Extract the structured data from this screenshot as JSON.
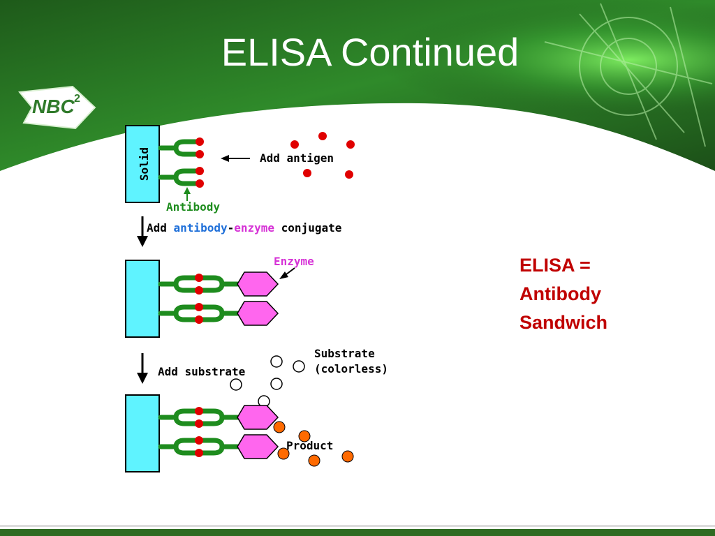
{
  "slide": {
    "title": "ELISA Continued",
    "logo_text": "NBC",
    "logo_superscript": "2"
  },
  "diagram": {
    "solid_label": "Solid",
    "add_antigen": "Add antigen",
    "antibody_label": "Antibody",
    "step2_prefix": "Add ",
    "step2_antibody": "antibody",
    "step2_dash": "-",
    "step2_enzyme": "enzyme",
    "step2_suffix": " conjugate",
    "enzyme_label": "Enzyme",
    "add_substrate": "Add substrate",
    "substrate_line1": "Substrate",
    "substrate_line2": "(colorless)",
    "product_label": "Product"
  },
  "note": {
    "line1": "ELISA =",
    "line2": "Antibody",
    "line3": "Sandwich"
  },
  "colors": {
    "solid_fill": "#5ff3ff",
    "antibody_green": "#1e8c1e",
    "antigen_red": "#e00000",
    "enzyme_pink": "#ff66ee",
    "product_orange": "#ff6a00",
    "note_red": "#c00000",
    "antibody_text_blue": "#1e6fd9",
    "enzyme_text_magenta": "#d633d6"
  }
}
